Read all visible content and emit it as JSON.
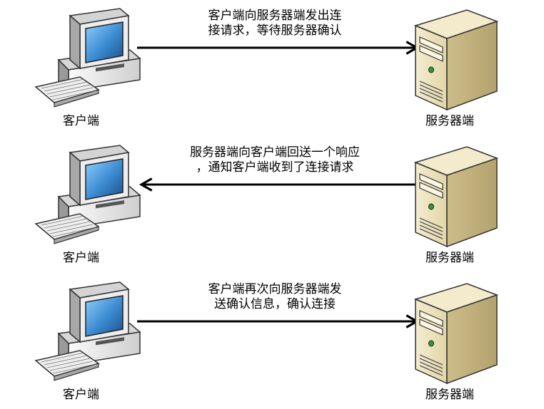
{
  "nodes": {
    "client_label": "客户端",
    "server_label": "服务器端"
  },
  "steps": [
    {
      "line1": "客户端向服务器端发出连",
      "line2": "接请求，等待服务器确认",
      "direction": "client-to-server"
    },
    {
      "line1": "服务器端向客户端回送一个响应",
      "line2": "，通知客户端收到了连接请求",
      "direction": "server-to-client"
    },
    {
      "line1": "客户端再次向服务器端发",
      "line2": "送确认信息，确认连接",
      "direction": "client-to-server"
    }
  ],
  "colors": {
    "server_body": "#e9dfb8",
    "server_shadow": "#c8b986",
    "monitor_body": "#e6e6e6",
    "screen": "#3a8ad0",
    "arrow": "#000000"
  },
  "icons": {
    "client": "desktop-computer-icon",
    "server": "server-tower-icon"
  }
}
